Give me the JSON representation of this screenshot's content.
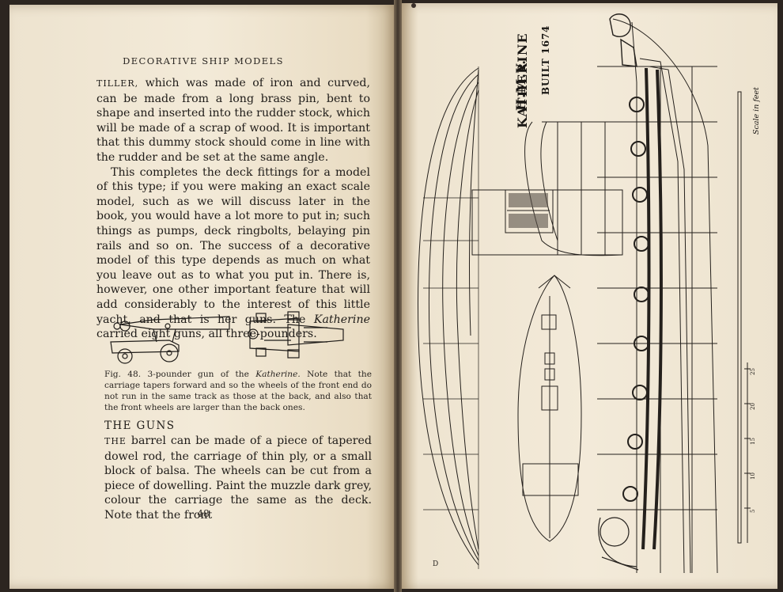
{
  "left_page": {
    "running_head": "DECORATIVE SHIP MODELS",
    "para1_lead": "TILLER,",
    "para1_rest": " which was made of iron and curved, can be made from a long brass pin, bent to shape and inserted into the rudder stock, which will be made of a scrap of wood. It is important that this dummy stock should come in line with the rudder and be set at the same angle.",
    "para2_a": "This completes the deck fittings for a model of this type; if you were making an exact scale model, such as we will discuss later in the book, you would have a lot more to put in; such things as pumps, deck ringbolts, belaying pin rails and so on. The success of a decorative model of this type depends as much on what you leave out as to what you put in. There is, however, one other important feature that will add considerably to the interest of this little yacht, and that is her guns. The ",
    "para2_ital": "Katherine",
    "para2_b": " carried eight guns, all three-pounders.",
    "caption_a": "Fig. 48. 3-pounder gun of the ",
    "caption_ital": "Katherine.",
    "caption_b": " Note that the carriage tapers forward and so the wheels of the front end do not run in the same track as those at the back, and also that the front wheels are larger than the back ones.",
    "section_heading": "THE GUNS",
    "para3_lead": "THE",
    "para3_rest": " barrel can be made of a piece of tapered dowel rod, the carriage of thin ply, or a small block of balsa. The wheels can be cut from a piece of dowelling. Paint the muzzle dark grey, colour the carriage the same as the deck. Note that the front",
    "folio": "48"
  },
  "right_page": {
    "plan_title_line1": "H.M.Y.",
    "plan_title_line2": "KATHERINE",
    "plan_title_line3": "BUILT 1674",
    "scale_label": "Scale in feet",
    "scale_ticks": [
      "25",
      "20",
      "15",
      "10",
      "5"
    ],
    "corner_mark": "D"
  }
}
